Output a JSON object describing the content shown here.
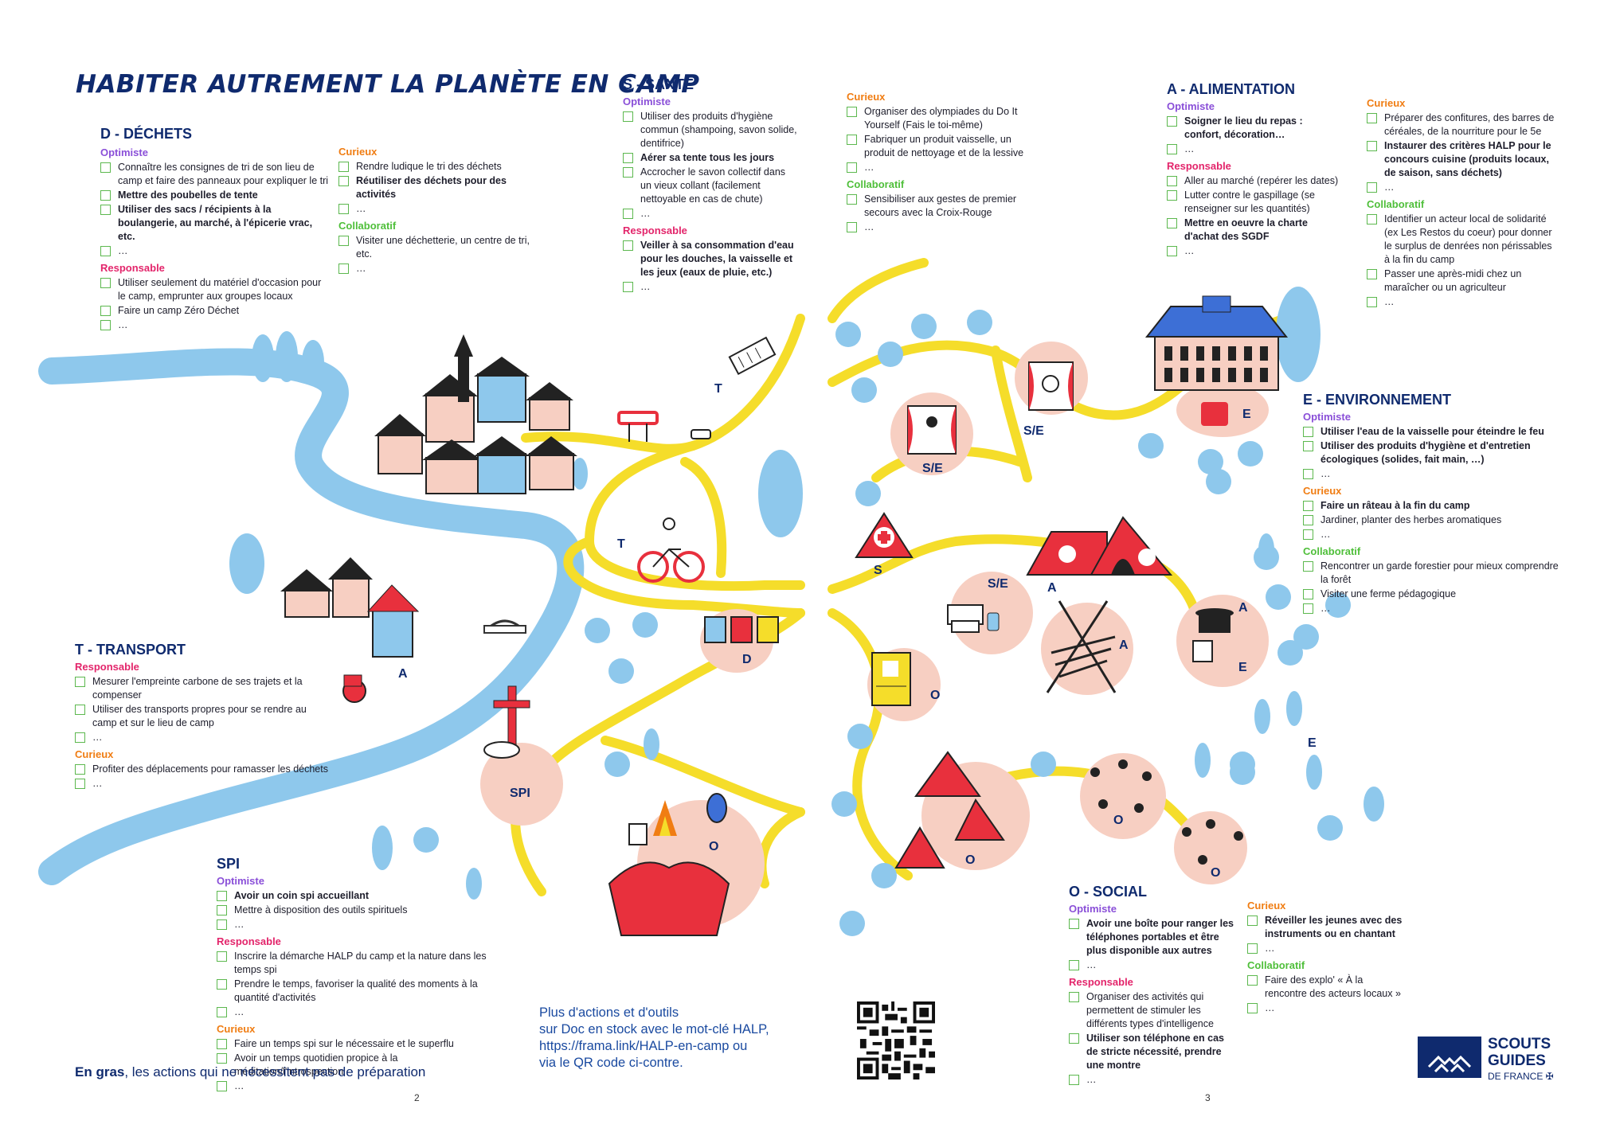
{
  "title": "HABITER AUTREMENT LA PLANÈTE EN CAMP",
  "categories": {
    "optimiste": "Optimiste",
    "responsable": "Responsable",
    "curieux": "Curieux",
    "collaboratif": "Collaboratif"
  },
  "colors": {
    "navy": "#0f2a6e",
    "river": "#8ec8ec",
    "road": "#f5dd2a",
    "zone": "#f7cfc2",
    "tent_red": "#e8303d",
    "checkbox": "#5cb84e",
    "optimiste": "#8a4fd8",
    "responsable": "#e3256b",
    "curieux": "#f07d13",
    "collaboratif": "#4fbf3a"
  },
  "dechets": {
    "title": "D - DÉCHETS",
    "optimiste": [
      {
        "text": "Connaître les consignes de tri de son lieu de camp et faire des panneaux pour expliquer le tri",
        "bold": false
      },
      {
        "text": "Mettre des poubelles de tente",
        "bold": true
      },
      {
        "text": "Utiliser des sacs / récipients à la boulangerie, au marché, à l'épicerie vrac, etc.",
        "bold": true
      },
      {
        "text": "…",
        "bold": false
      }
    ],
    "responsable": [
      {
        "text": "Utiliser seulement du matériel d'occasion pour le camp, emprunter aux groupes locaux",
        "bold": false
      },
      {
        "text": "Faire un camp Zéro Déchet",
        "bold": false
      },
      {
        "text": "…",
        "bold": false
      }
    ],
    "curieux": [
      {
        "text": "Rendre ludique le tri des déchets",
        "bold": false
      },
      {
        "text": "Réutiliser des déchets pour des activités",
        "bold": true
      },
      {
        "text": "…",
        "bold": false
      }
    ],
    "collaboratif": [
      {
        "text": "Visiter une déchetterie, un centre de tri, etc.",
        "bold": false
      },
      {
        "text": "…",
        "bold": false
      }
    ]
  },
  "sante": {
    "title": "S - SANTÉ",
    "optimiste": [
      {
        "text": "Utiliser des produits d'hygiène commun (shampoing, savon solide, dentifrice)",
        "bold": false
      },
      {
        "text": "Aérer sa tente tous les jours",
        "bold": true
      },
      {
        "text": "Accrocher le savon collectif dans un vieux collant (facilement nettoyable en cas de chute)",
        "bold": false
      },
      {
        "text": "…",
        "bold": false
      }
    ],
    "responsable": [
      {
        "text": "Veiller à sa consommation d'eau pour les douches, la vaisselle et les jeux (eaux de pluie, etc.)",
        "bold": true
      },
      {
        "text": "…",
        "bold": false
      }
    ],
    "curieux": [
      {
        "text": "Organiser des olympiades du Do It Yourself (Fais le toi-même)",
        "bold": false
      },
      {
        "text": "Fabriquer un produit vaisselle, un produit de nettoyage et de la lessive",
        "bold": false
      },
      {
        "text": "…",
        "bold": false
      }
    ],
    "collaboratif": [
      {
        "text": "Sensibiliser aux gestes de premier secours avec la Croix-Rouge",
        "bold": false
      },
      {
        "text": "…",
        "bold": false
      }
    ]
  },
  "alimentation": {
    "title": "A - ALIMENTATION",
    "optimiste": [
      {
        "text": "Soigner le lieu du repas : confort, décoration…",
        "bold": true
      },
      {
        "text": "…",
        "bold": false
      }
    ],
    "responsable": [
      {
        "text": "Aller au marché (repérer les dates)",
        "bold": false
      },
      {
        "text": "Lutter contre le gaspillage (se renseigner sur les quantités)",
        "bold": false
      },
      {
        "text": "Mettre en oeuvre la charte d'achat des SGDF",
        "bold": true
      },
      {
        "text": "…",
        "bold": false
      }
    ],
    "curieux": [
      {
        "text": "Préparer des confitures, des barres de céréales, de la nourriture pour le 5e",
        "bold": false
      },
      {
        "text": "Instaurer des critères HALP pour le concours cuisine (produits locaux, de saison, sans déchets)",
        "bold": true
      },
      {
        "text": "…",
        "bold": false
      }
    ],
    "collaboratif": [
      {
        "text": "Identifier un acteur local de solidarité (ex Les Restos du coeur) pour donner le surplus de denrées non périssables à la fin du camp",
        "bold": false
      },
      {
        "text": "Passer une après-midi chez un maraîcher ou un agriculteur",
        "bold": false
      },
      {
        "text": "…",
        "bold": false
      }
    ]
  },
  "environnement": {
    "title": "E - ENVIRONNEMENT",
    "optimiste": [
      {
        "text": "Utiliser l'eau de la vaisselle pour éteindre le feu",
        "bold": true
      },
      {
        "text": "Utiliser des produits d'hygiène et d'entretien écologiques (solides, fait main, …)",
        "bold": true
      },
      {
        "text": "…",
        "bold": false
      }
    ],
    "curieux": [
      {
        "text": "Faire un râteau à la fin du camp",
        "bold": true
      },
      {
        "text": "Jardiner, planter des herbes aromatiques",
        "bold": false
      },
      {
        "text": "…",
        "bold": false
      }
    ],
    "collaboratif": [
      {
        "text": "Rencontrer un garde forestier pour mieux comprendre la forêt",
        "bold": false
      },
      {
        "text": "Visiter une ferme pédagogique",
        "bold": false
      },
      {
        "text": "…",
        "bold": false
      }
    ]
  },
  "transport": {
    "title": "T - TRANSPORT",
    "responsable": [
      {
        "text": "Mesurer l'empreinte carbone de ses trajets et la compenser",
        "bold": false
      },
      {
        "text": "Utiliser des transports propres pour se rendre au camp et sur le lieu de camp",
        "bold": false
      },
      {
        "text": "…",
        "bold": false
      }
    ],
    "curieux": [
      {
        "text": "Profiter des déplacements pour ramasser les déchets",
        "bold": false
      },
      {
        "text": "…",
        "bold": false
      }
    ]
  },
  "spi": {
    "title": "SPI",
    "optimiste": [
      {
        "text": "Avoir un coin spi accueillant",
        "bold": true
      },
      {
        "text": "Mettre à disposition des outils spirituels",
        "bold": false
      },
      {
        "text": "…",
        "bold": false
      }
    ],
    "responsable": [
      {
        "text": "Inscrire la démarche HALP du camp et la nature dans les temps spi",
        "bold": false
      },
      {
        "text": "Prendre le temps, favoriser la qualité des moments à la quantité d'activités",
        "bold": false
      },
      {
        "text": "…",
        "bold": false
      }
    ],
    "curieux": [
      {
        "text": "Faire un temps spi sur le nécessaire et le superflu",
        "bold": false
      },
      {
        "text": "Avoir un temps quotidien propice à la méditation/l'introspection",
        "bold": false
      },
      {
        "text": "…",
        "bold": false
      }
    ]
  },
  "social": {
    "title": "O - SOCIAL",
    "optimiste": [
      {
        "text": "Avoir une boîte pour ranger les téléphones portables et être plus disponible aux autres",
        "bold": true
      },
      {
        "text": "…",
        "bold": false
      }
    ],
    "responsable": [
      {
        "text": "Organiser des activités qui permettent de stimuler les différents types d'intelligence",
        "bold": false
      },
      {
        "text": "Utiliser son téléphone en cas de stricte nécessité, prendre une montre",
        "bold": true
      },
      {
        "text": "…",
        "bold": false
      }
    ],
    "curieux": [
      {
        "text": "Réveiller les jeunes avec des instruments ou en chantant",
        "bold": true
      },
      {
        "text": "…",
        "bold": false
      }
    ],
    "collaboratif": [
      {
        "text": "Faire des explo' « À la rencontre des acteurs locaux »",
        "bold": false
      },
      {
        "text": "…",
        "bold": false
      }
    ]
  },
  "map_labels": {
    "t1": "T",
    "t2": "T",
    "a_farm": "A",
    "d": "D",
    "spi": "SPI",
    "o_fire": "O",
    "se1": "S/E",
    "se2": "S/E",
    "e_house": "E",
    "s": "S",
    "se3": "S/E",
    "a1": "A",
    "a2": "A",
    "a3": "A",
    "e2": "E",
    "o_info": "O",
    "e3": "E",
    "o1": "O",
    "o2": "O",
    "o3": "O"
  },
  "footer": {
    "bold_part": "En gras",
    "rest": ", les actions qui ne nécessitent pas de préparation",
    "more_info": [
      "Plus d'actions et d'outils",
      "sur Doc en stock avec le mot-clé HALP,",
      "https://frama.link/HALP-en-camp ou",
      "via le QR code ci-contre."
    ],
    "page_left": "2",
    "page_right": "3"
  },
  "logo": {
    "line1": "SCOUTS",
    "line2": "GUIDES",
    "line3": "DE FRANCE ✠"
  }
}
